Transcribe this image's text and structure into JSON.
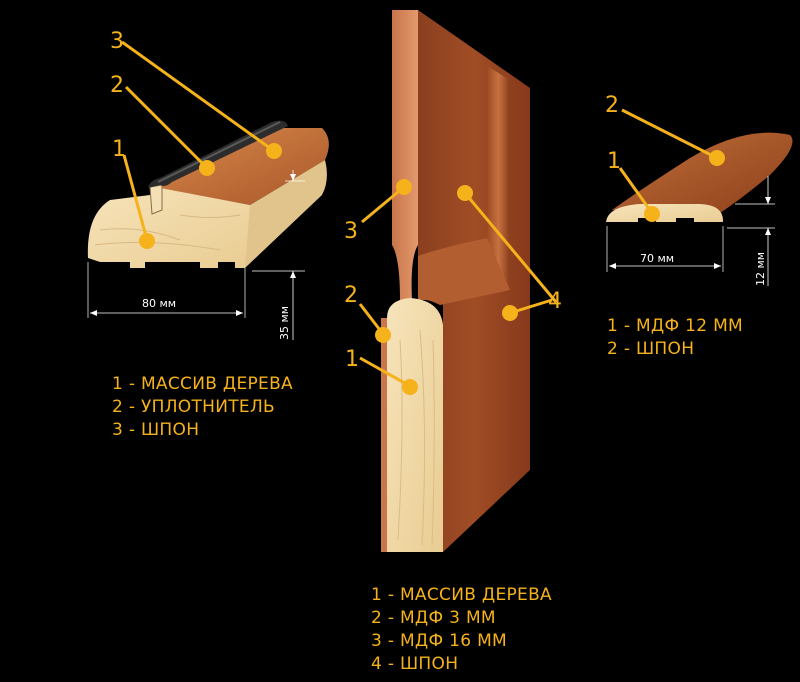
{
  "left_profile": {
    "callouts": [
      "3",
      "2",
      "1"
    ],
    "dim_width": "80 мм",
    "dim_height": "35 мм",
    "legend": [
      "1 - МАССИВ ДЕРЕВА",
      "2 - УПЛОТНИТЕЛЬ",
      "3 - ШПОН"
    ]
  },
  "door_section": {
    "callouts": [
      "3",
      "2",
      "1",
      "4"
    ],
    "legend": [
      "1 - МАССИВ ДЕРЕВА",
      "2 - МДФ 3 ММ",
      "3 - МДФ 16 ММ",
      "4 - ШПОН"
    ]
  },
  "right_profile": {
    "callouts": [
      "2",
      "1"
    ],
    "dim_width": "70 мм",
    "dim_height": "12 мм",
    "legend": [
      "1 - МДФ 12 ММ",
      "2 - ШПОН"
    ]
  },
  "colors": {
    "accent": "#f5b21a",
    "veneer": "#b45f2b",
    "pine": "#f2dcae",
    "mdf": "#d98a5c"
  }
}
